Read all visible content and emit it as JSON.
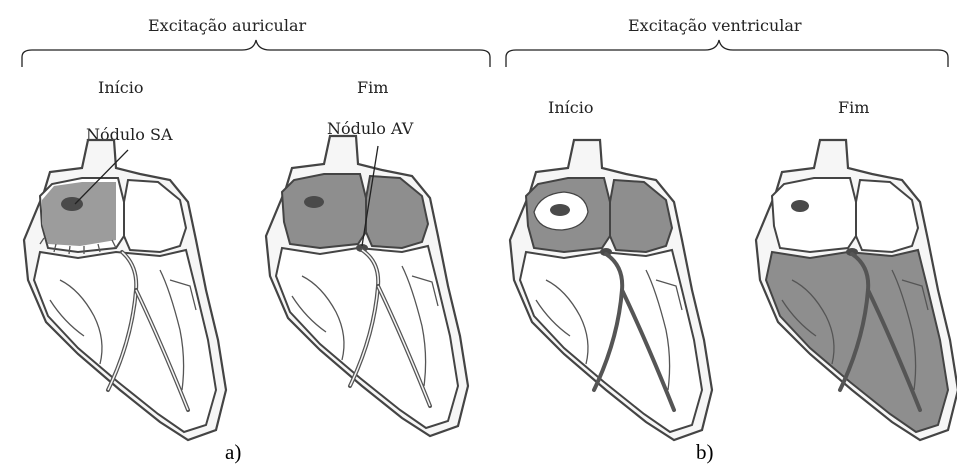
{
  "group_a": {
    "title": "Excitação auricular",
    "panel_label": "a)",
    "phases": [
      {
        "label": "Início",
        "node_label": "Nódulo SA"
      },
      {
        "label": "Fim",
        "node_label": "Nódulo AV"
      }
    ]
  },
  "group_b": {
    "title": "Excitação ventricular",
    "panel_label": "b)",
    "phases": [
      {
        "label": "Início"
      },
      {
        "label": "Fim"
      }
    ]
  },
  "colors": {
    "excited_tissue": "#8a8a8a",
    "node": "#4a4a4a",
    "outline": "#444444",
    "background": "#ffffff"
  }
}
